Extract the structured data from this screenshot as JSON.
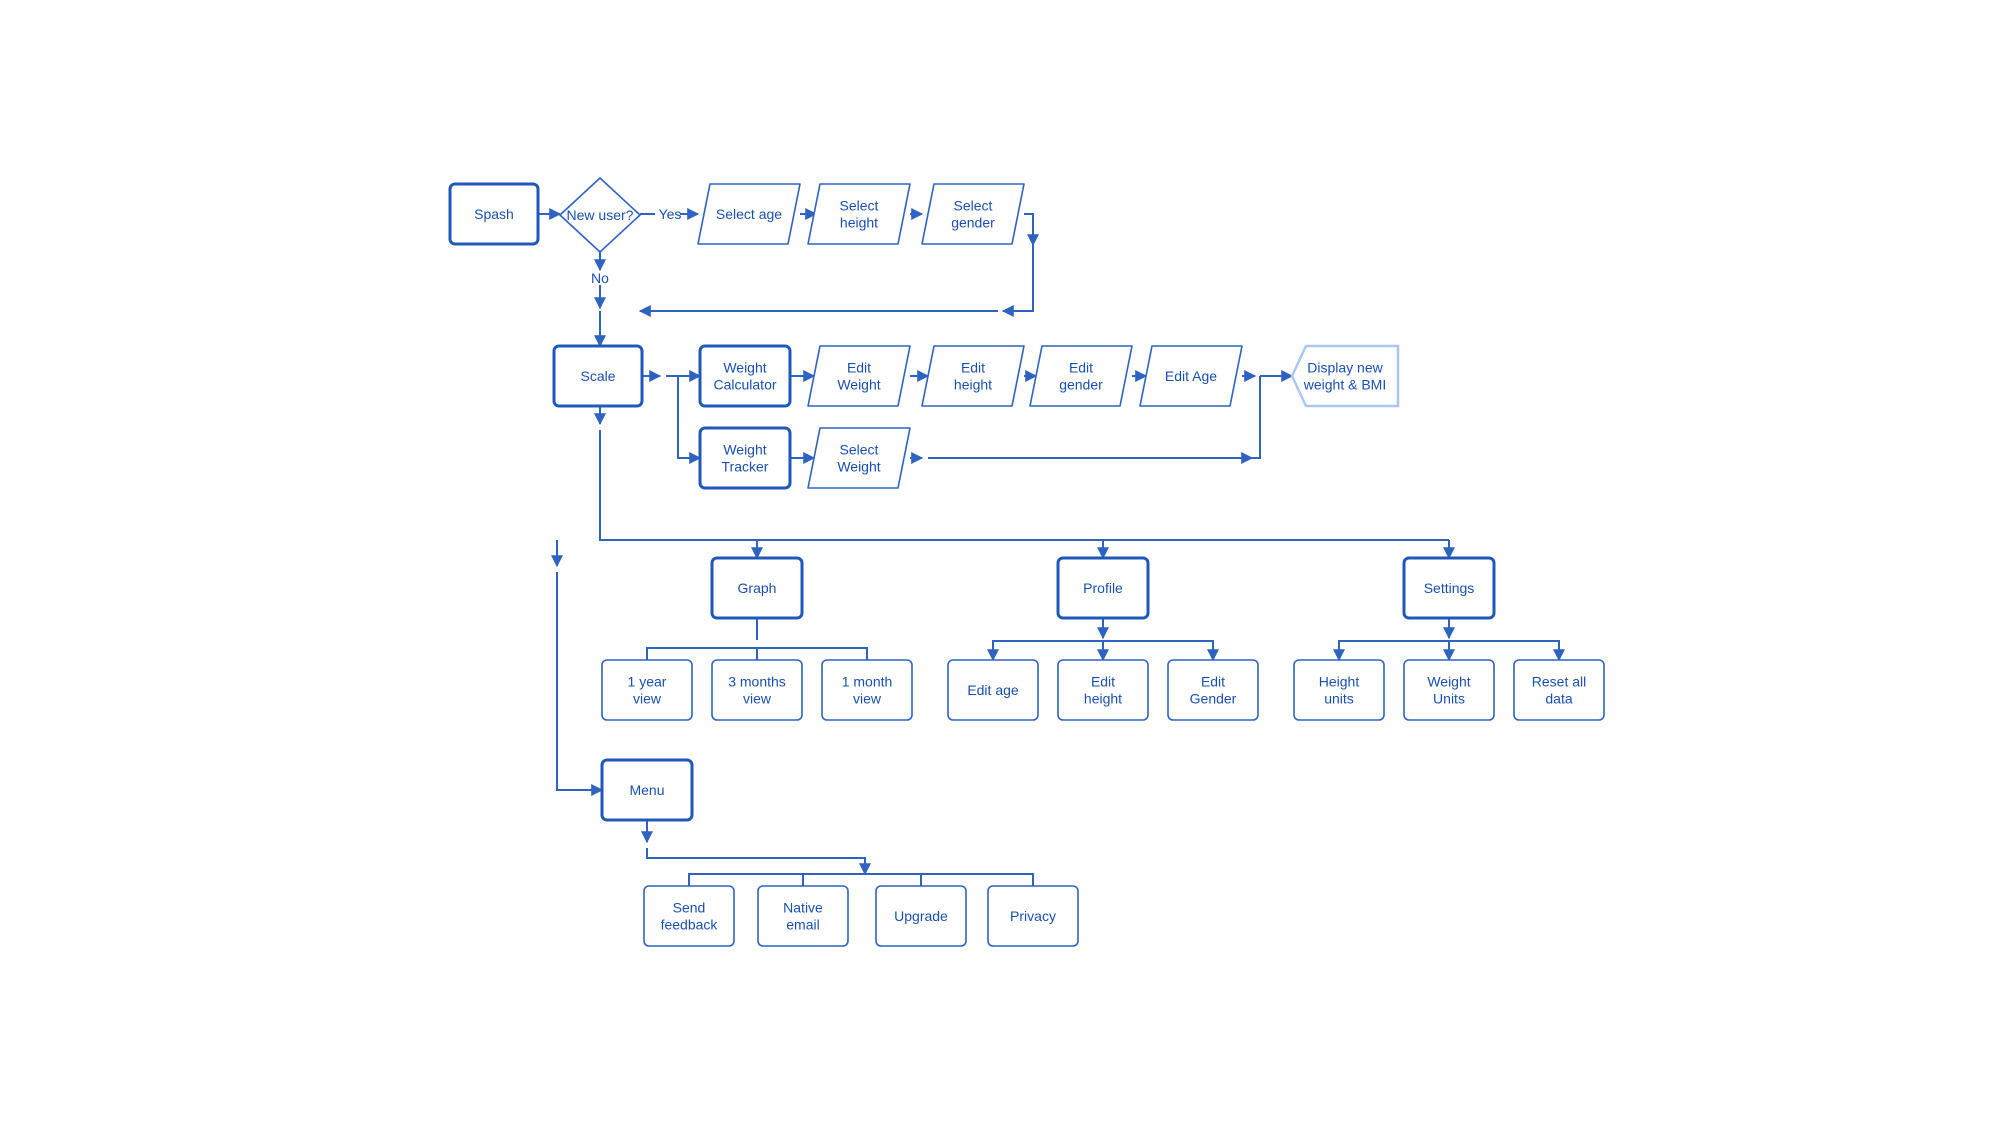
{
  "colors": {
    "stroke": "#2f63c0",
    "thick_stroke": "#1f58b8",
    "text": "#1a4fae",
    "display_stroke": "#a9c7f2"
  },
  "nodes": {
    "splash": "Spash",
    "new_user": "New user?",
    "select_age": "Select age",
    "select_height": [
      "Select",
      "height"
    ],
    "select_gender": [
      "Select",
      "gender"
    ],
    "scale": "Scale",
    "weight_calculator": [
      "Weight",
      "Calculator"
    ],
    "edit_weight": [
      "Edit",
      "Weight"
    ],
    "edit_height_calc": [
      "Edit",
      "height"
    ],
    "edit_gender_calc": [
      "Edit",
      "gender"
    ],
    "edit_age_calc": "Edit Age",
    "display_result": [
      "Display new",
      "weight & BMI"
    ],
    "weight_tracker": [
      "Weight",
      "Tracker"
    ],
    "select_weight": [
      "Select",
      "Weight"
    ],
    "graph": "Graph",
    "year_view": [
      "1 year",
      "view"
    ],
    "three_months_view": [
      "3 months",
      "view"
    ],
    "month_view": [
      "1 month",
      "view"
    ],
    "profile": "Profile",
    "edit_age": "Edit age",
    "edit_height": [
      "Edit",
      "height"
    ],
    "edit_gender": [
      "Edit",
      "Gender"
    ],
    "settings": "Settings",
    "height_units": [
      "Height",
      "units"
    ],
    "weight_units": [
      "Weight",
      "Units"
    ],
    "reset_data": [
      "Reset all",
      "data"
    ],
    "menu": "Menu",
    "send_feedback": [
      "Send",
      "feedback"
    ],
    "native_email": [
      "Native",
      "email"
    ],
    "upgrade": "Upgrade",
    "privacy": "Privacy"
  },
  "edge_labels": {
    "yes": "Yes",
    "no": "No"
  }
}
